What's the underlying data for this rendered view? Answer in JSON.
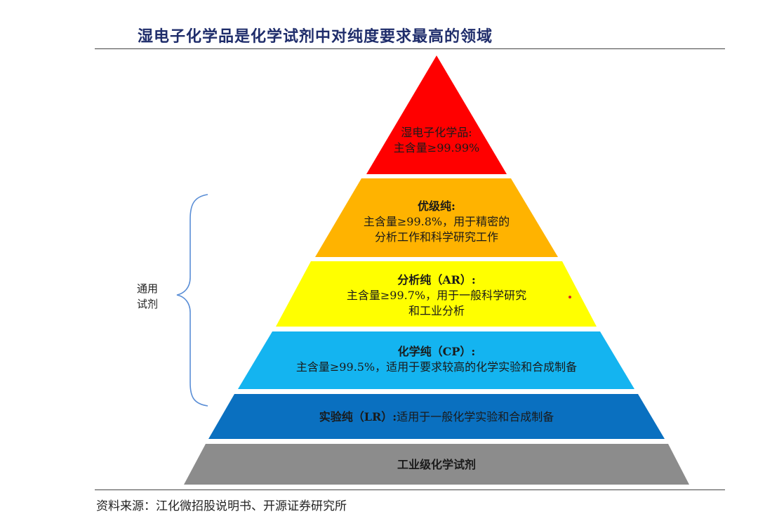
{
  "title": "湿电子化学品是化学试剂中对纯度要求最高的领域",
  "source": "资料来源：江化微招股说明书、开源证券研究所",
  "brace_label": [
    "通用",
    "试剂"
  ],
  "levels": [
    {
      "head": "湿电子化学品:",
      "lines": [
        "主含量≥99.99%"
      ],
      "color": "#ff0000"
    },
    {
      "head": "优级纯:",
      "lines": [
        "主含量≥99.8%，用于精密的",
        "分析工作和科学研究工作"
      ],
      "color": "#ffb300"
    },
    {
      "head": "分析纯（AR）:",
      "lines": [
        "主含量≥99.7%，用于一般科学研究",
        "和工业分析"
      ],
      "color": "#ffff00"
    },
    {
      "head": "化学纯（CP）:",
      "lines": [
        "主含量≥99.5%，适用于要求较高的化学实验和合成制备"
      ],
      "color": "#14b4f0"
    },
    {
      "head": "实验纯（LR）:",
      "lines": [
        "适用于一般化学实验和合成制备"
      ],
      "inline": true,
      "color": "#0a70c0"
    },
    {
      "head": "工业级化学试剂",
      "lines": [],
      "color": "#8c8c8c"
    }
  ]
}
